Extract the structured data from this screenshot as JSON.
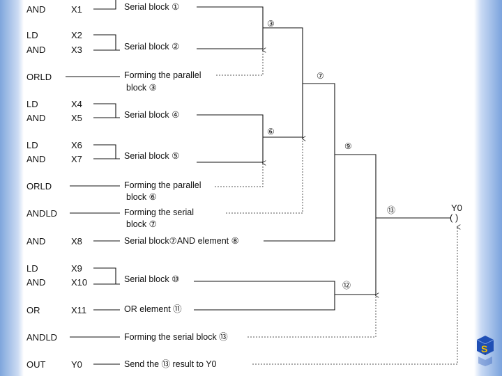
{
  "instructions": [
    {
      "op": "AND",
      "operand": "X1",
      "desc1": "Serial block ①",
      "desc2": ""
    },
    {
      "op": "LD",
      "operand": "X2",
      "desc1": "",
      "desc2": ""
    },
    {
      "op": "AND",
      "operand": "X3",
      "desc1": "Serial block ②",
      "desc2": ""
    },
    {
      "op": "ORLD",
      "operand": "",
      "desc1": "Forming the  parallel",
      "desc2": "block ③"
    },
    {
      "op": "LD",
      "operand": "X4",
      "desc1": "",
      "desc2": ""
    },
    {
      "op": "AND",
      "operand": "X5",
      "desc1": "Serial block ④",
      "desc2": ""
    },
    {
      "op": "LD",
      "operand": "X6",
      "desc1": "",
      "desc2": ""
    },
    {
      "op": "AND",
      "operand": "X7",
      "desc1": "Serial block ⑤",
      "desc2": ""
    },
    {
      "op": "ORLD",
      "operand": "",
      "desc1": "Forming the parallel",
      "desc2": "block ⑥"
    },
    {
      "op": "ANDLD",
      "operand": "",
      "desc1": "Forming the serial",
      "desc2": "block ⑦"
    },
    {
      "op": "AND",
      "operand": "X8",
      "desc1": "Serial block⑦AND element ⑧",
      "desc2": ""
    },
    {
      "op": "LD",
      "operand": "X9",
      "desc1": "",
      "desc2": ""
    },
    {
      "op": "AND",
      "operand": "X10",
      "desc1": "Serial block ⑩",
      "desc2": ""
    },
    {
      "op": "OR",
      "operand": "X11",
      "desc1": "OR element ⑪",
      "desc2": ""
    },
    {
      "op": "ANDLD",
      "operand": "",
      "desc1": "Forming the serial block ⑬",
      "desc2": ""
    },
    {
      "op": "OUT",
      "operand": "Y0",
      "desc1": "Send the ⑬ result to Y0",
      "desc2": ""
    }
  ],
  "block_labels": {
    "b3": "③",
    "b6": "⑥",
    "b7": "⑦",
    "b9": "⑨",
    "b12": "⑫",
    "b13": "⑬"
  },
  "output": {
    "coil_label": "Y0",
    "coil_symbol": "(   )"
  },
  "logo": {
    "letter": "S",
    "icon": "logo-s-icon",
    "color_a": "#1f4fb5",
    "color_b": "#f2c200"
  }
}
